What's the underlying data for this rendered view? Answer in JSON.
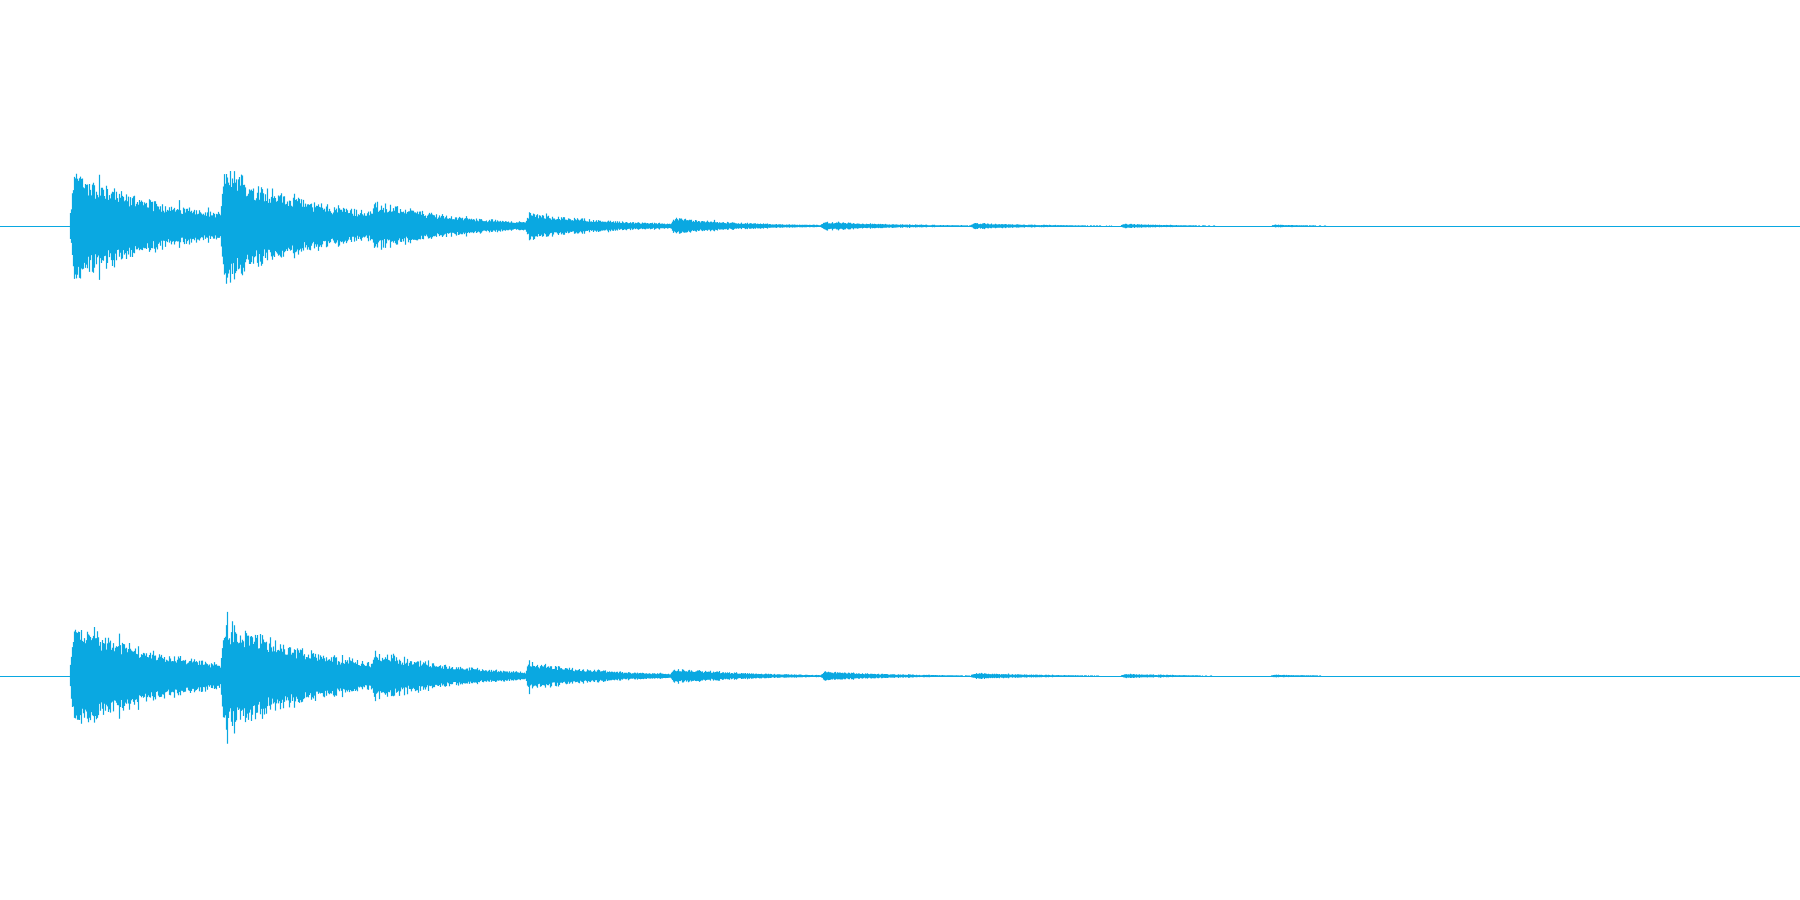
{
  "waveform": {
    "color": "#0AA8E1",
    "channels": [
      {
        "name": ""
      },
      {
        "name": ""
      }
    ],
    "bursts": [
      {
        "start_s": 0.0,
        "peak": 0.7,
        "decay": 0.4
      },
      {
        "start_s": 0.6,
        "peak": 0.72,
        "decay": 0.42
      },
      {
        "start_s": 1.2,
        "peak": 0.32,
        "decay": 0.34
      },
      {
        "start_s": 1.82,
        "peak": 0.18,
        "decay": 0.32
      },
      {
        "start_s": 2.4,
        "peak": 0.1,
        "decay": 0.3
      },
      {
        "start_s": 3.0,
        "peak": 0.06,
        "decay": 0.3
      },
      {
        "start_s": 3.6,
        "peak": 0.04,
        "decay": 0.3
      },
      {
        "start_s": 4.2,
        "peak": 0.03,
        "decay": 0.25
      },
      {
        "start_s": 4.8,
        "peak": 0.02,
        "decay": 0.2
      }
    ],
    "duration_s": 8.0,
    "sound_end_s": 5.2
  }
}
